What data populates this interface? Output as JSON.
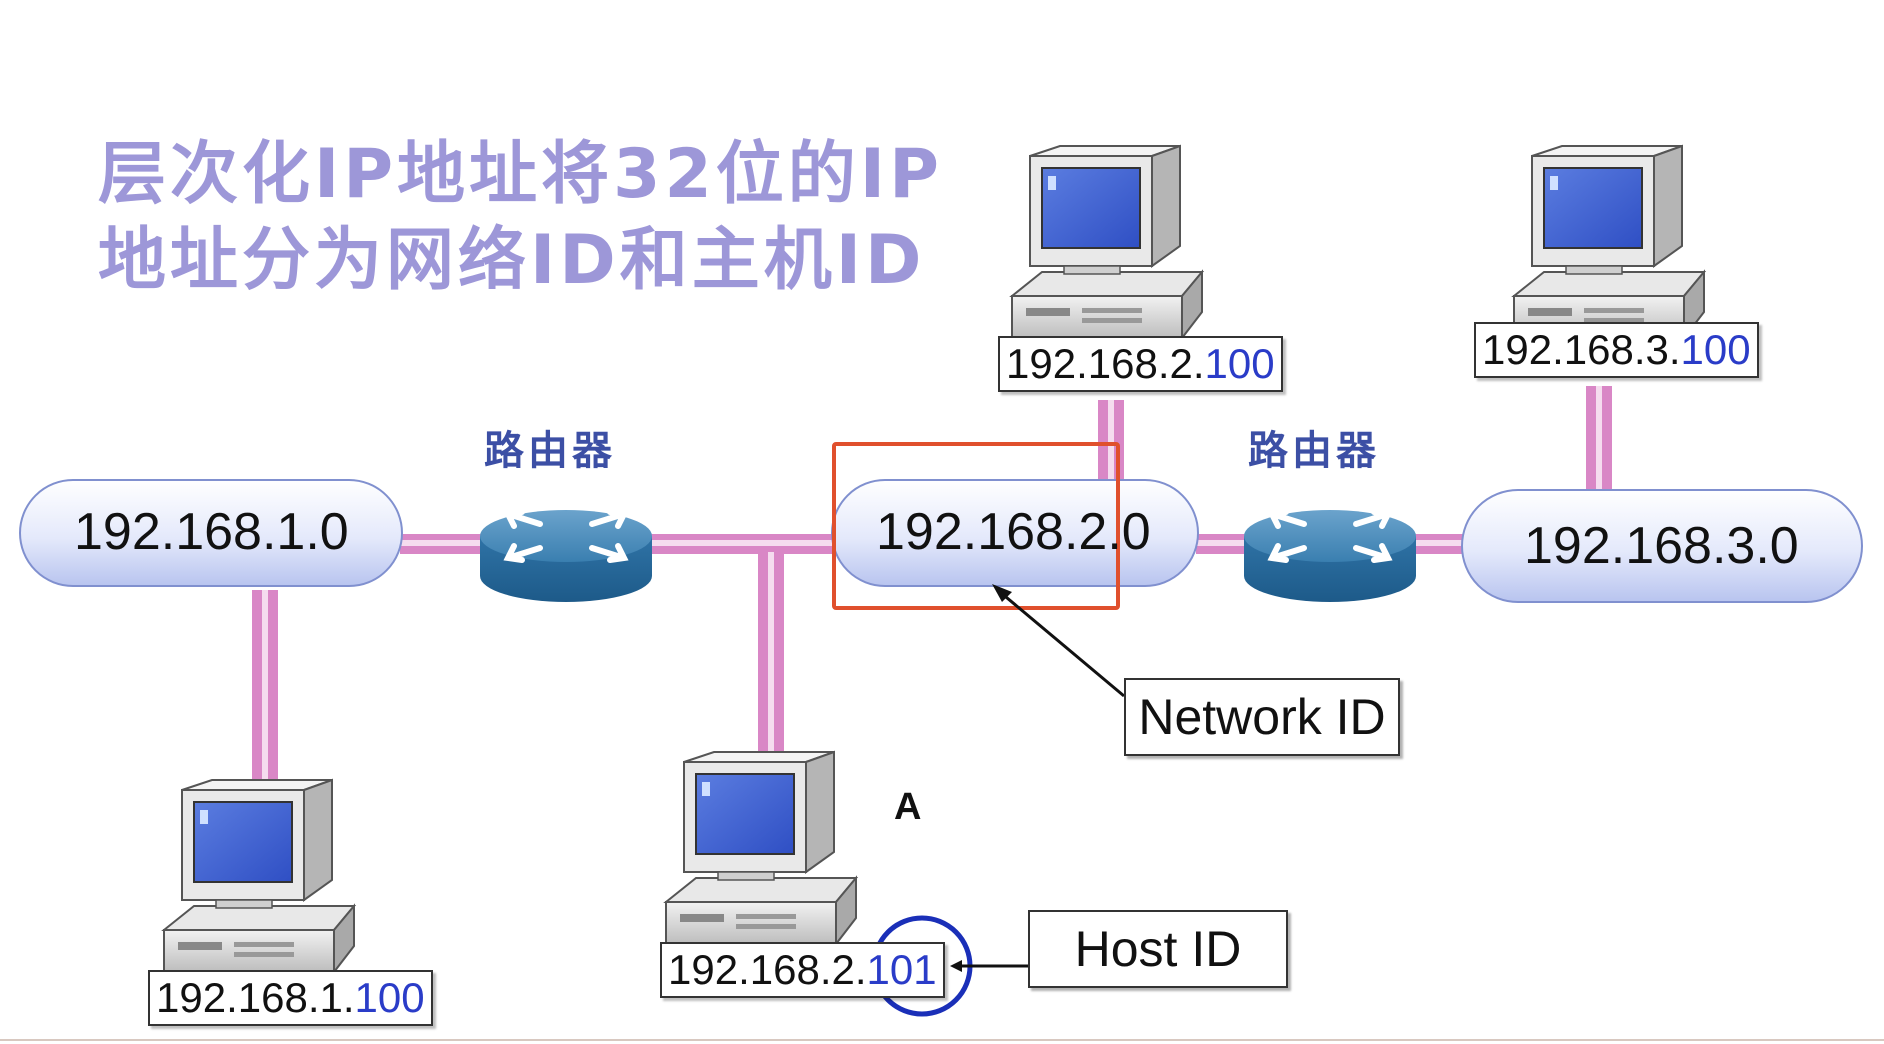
{
  "title": {
    "line1": "层次化IP地址将32位的IP",
    "line2": "地址分为网络ID和主机ID"
  },
  "routers": [
    {
      "label": "路由器"
    },
    {
      "label": "路由器"
    }
  ],
  "networks": [
    {
      "address": "192.168.1.0"
    },
    {
      "address": "192.168.2.0"
    },
    {
      "address": "192.168.3.0"
    }
  ],
  "hosts": [
    {
      "net": "192.168.1.",
      "host": "100"
    },
    {
      "net": "192.168.2.",
      "host": "101"
    },
    {
      "net": "192.168.2.",
      "host": "100"
    },
    {
      "net": "192.168.3.",
      "host": "100"
    }
  ],
  "host_a_label": "A",
  "callouts": {
    "network_id": "Network ID",
    "host_id": "Host ID"
  },
  "colors": {
    "title": "#9d97d8",
    "router_label": "#3c4fa5",
    "link": "#d987c6",
    "network_highlight": "#e0502d",
    "host_highlight": "#1a2fb8",
    "host_part_text": "#2a3cc8"
  }
}
